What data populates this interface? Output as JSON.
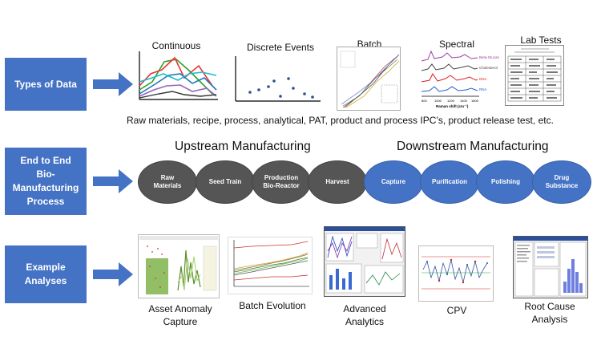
{
  "rows": {
    "types": "Types of Data",
    "process": "End to End\nBio-\nManufacturing\nProcess",
    "analyses": "Example Analyses"
  },
  "types": [
    {
      "label": "Continuous",
      "icon": "continuous-chart-icon"
    },
    {
      "label": "Discrete Events",
      "icon": "discrete-events-chart-icon"
    },
    {
      "label": "Batch",
      "icon": "batch-chart-icon"
    },
    {
      "label": "Spectral",
      "icon": "spectral-chart-icon",
      "sublabels": [
        "Beta-Glucan",
        "Cholesterol",
        "DNA",
        "RNA"
      ],
      "axis": "Raman shift (cm⁻¹)",
      "ticks": [
        "800",
        "1000",
        "1200",
        "1400",
        "1600"
      ]
    },
    {
      "label": "Lab Tests",
      "icon": "lab-test-document-icon"
    }
  ],
  "types_caption": "Raw materials, recipe, process, analytical, PAT, product and process IPC’s, product release test, etc.",
  "upstream_title": "Upstream Manufacturing",
  "downstream_title": "Downstream Manufacturing",
  "upstream_steps": [
    "Raw\nMaterials",
    "Seed Train",
    "Production\nBio-Reactor",
    "Harvest"
  ],
  "downstream_steps": [
    "Capture",
    "Purification",
    "Polishing",
    "Drug\nSubstance"
  ],
  "analyses": [
    {
      "label": "Asset Anomaly\nCapture",
      "icon": "asset-anomaly-screenshot-icon"
    },
    {
      "label": "Batch Evolution",
      "icon": "batch-evolution-chart-icon"
    },
    {
      "label": "Advanced\nAnalytics",
      "icon": "advanced-analytics-screenshot-icon"
    },
    {
      "label": "CPV",
      "icon": "cpv-control-chart-icon"
    },
    {
      "label": "Root Cause\nAnalysis",
      "icon": "root-cause-screenshot-icon"
    }
  ],
  "colors": {
    "box": "#4472c4",
    "upstream": "#555555",
    "downstream": "#4472c4"
  }
}
